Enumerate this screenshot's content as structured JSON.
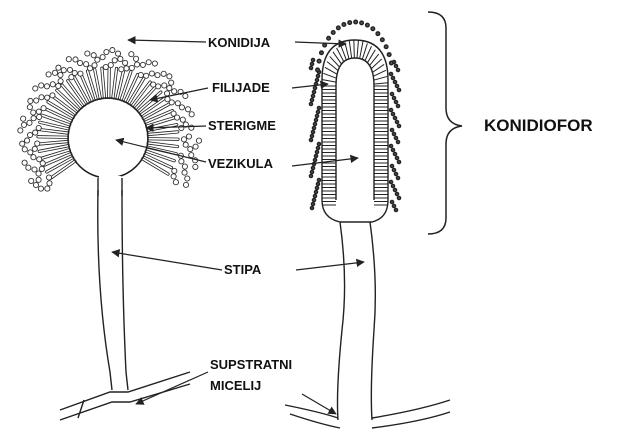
{
  "labels": {
    "konidija": "KONIDIJA",
    "filijade": "FILIJADE",
    "sterigme": "STERIGME",
    "vezikula": "VEZIKULA",
    "stipa": "STIPA",
    "supstratni_line1": "SUPSTRATNI",
    "supstratni_line2": "MICELIJ",
    "konidiofor": "KONIDIOFOR"
  },
  "colors": {
    "ink": "#222222",
    "background": "#ffffff"
  }
}
